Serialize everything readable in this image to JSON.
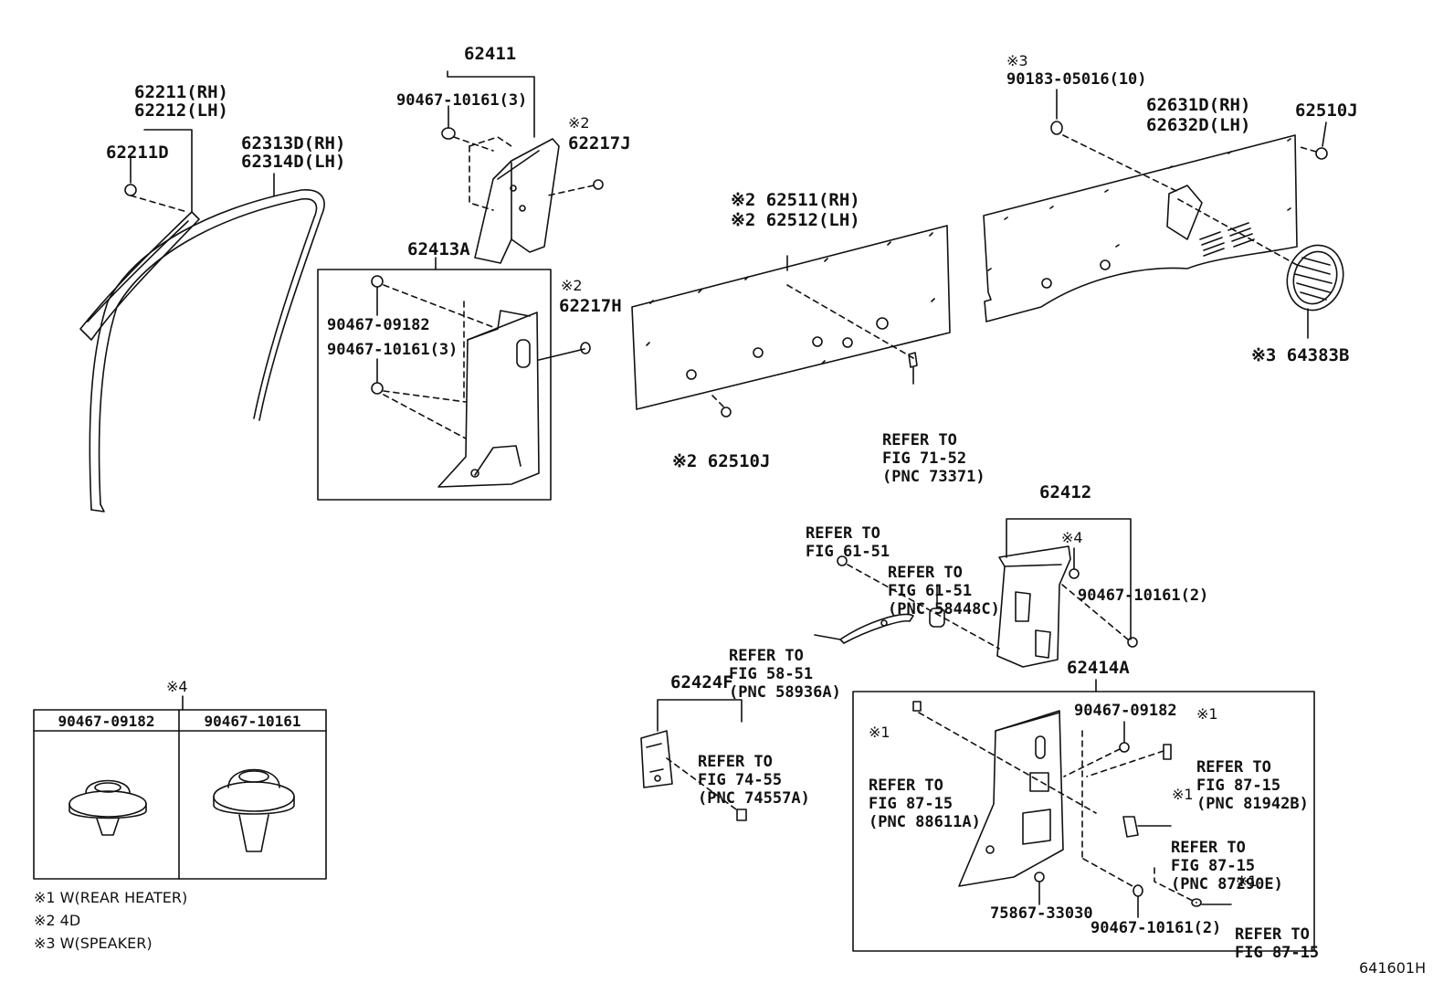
{
  "labels": {
    "p62411": "62411",
    "p62211": "62211(RH)",
    "p62212": "62212(LH)",
    "p62211d": "62211D",
    "p62313d": "62313D(RH)",
    "p62314d": "62314D(LH)",
    "p90467_10161_3_top": "90467-10161(3)",
    "mark2_a": "※2",
    "p62217j": "62217J",
    "p62413a": "62413A",
    "mark2_b": "※2",
    "p62217h": "62217H",
    "p90467_09182_left": "90467-09182",
    "p90467_10161_3_left": "90467-10161(3)",
    "p62511": "※2 62511(RH)",
    "p62512": "※2 62512(LH)",
    "p62510j_left": "※2 62510J",
    "mark3_top": "※3",
    "p90183": "90183-05016(10)",
    "p62631d": "62631D(RH)",
    "p62632d": "62632D(LH)",
    "p62510j_right": "62510J",
    "p64383b": "※3 64383B",
    "p62412": "62412",
    "mark4": "※4",
    "p90467_10161_2_mid": "90467-10161(2)",
    "p62414a": "62414A",
    "p62424f": "62424F",
    "p90467_09182_right": "90467-09182",
    "mark1_a": "※1",
    "mark1_b": "※1",
    "mark1_c": "※1",
    "mark1_d": "※1",
    "p75867": "75867-33030",
    "p90467_10161_2_bottom": "90467-10161(2)",
    "mark4_table": "※4",
    "figure_id": "641601H"
  },
  "refs": {
    "r71_52": [
      "REFER TO",
      "FIG 71-52",
      "(PNC 73371)"
    ],
    "r61_51_a": [
      "REFER TO",
      "FIG 61-51"
    ],
    "r61_51_b": [
      "REFER TO",
      "FIG 61-51",
      "(PNC 58448C)"
    ],
    "r58_51": [
      "REFER TO",
      "FIG 58-51",
      "(PNC 58936A)"
    ],
    "r74_55": [
      "REFER TO",
      "FIG 74-55",
      "(PNC 74557A)"
    ],
    "r87_15_a": [
      "REFER TO",
      "FIG 87-15",
      "(PNC 88611A)"
    ],
    "r87_15_b": [
      "REFER TO",
      "FIG 87-15",
      "(PNC 81942B)"
    ],
    "r87_15_c": [
      "REFER TO",
      "FIG 87-15",
      "(PNC 87290E)"
    ],
    "r87_15_d": [
      "REFER TO",
      "FIG 87-15"
    ]
  },
  "clip_table": {
    "headers": [
      "90467-09182",
      "90467-10161"
    ]
  },
  "notes": [
    "※1 W(REAR HEATER)",
    "※2 4D",
    "※3 W(SPEAKER)"
  ]
}
